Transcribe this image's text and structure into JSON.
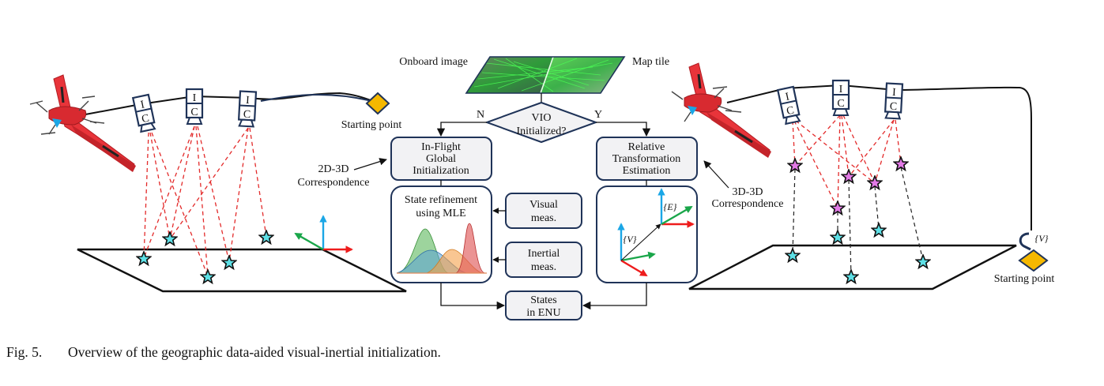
{
  "figure": {
    "caption_number": "Fig. 5.",
    "caption_text": "Overview of the geographic data-aided visual-inertial initialization."
  },
  "center": {
    "onboard_image_label": "Onboard image",
    "map_tile_label": "Map tile",
    "decision": {
      "line1": "VIO",
      "line2": "Initialized?"
    },
    "branch_no": "N",
    "branch_yes": "Y",
    "global_init": {
      "line1": "In-Flight",
      "line2": "Global",
      "line3": "Initialization"
    },
    "relative_transform": {
      "line1": "Relative",
      "line2": "Transformation",
      "line3": "Estimation"
    },
    "state_refinement": {
      "line1": "State refinement",
      "line2": "using MLE"
    },
    "visual_meas": {
      "line1": "Visual",
      "line2": "meas."
    },
    "inertial_meas": {
      "line1": "Inertial",
      "line2": "meas."
    },
    "states_enu": {
      "line1": "States",
      "line2": "in ENU"
    },
    "frame_v": "{V}",
    "frame_e": "{E}"
  },
  "left": {
    "starting_point": "Starting point",
    "correspondence": {
      "line1": "2D-3D",
      "line2": "Correspondence"
    },
    "sensor_top": "I",
    "sensor_bottom": "C"
  },
  "right": {
    "starting_point": "Starting point",
    "correspondence": {
      "line1": "3D-3D",
      "line2": "Correspondence"
    },
    "frame_v": "{V}",
    "sensor_top": "I",
    "sensor_bottom": "C"
  },
  "colors": {
    "box_stroke": "#1f3358",
    "box_fill": "#f2f2f4",
    "drone_red": "#e8343a",
    "ray_red": "#e32a2a",
    "star_cyan": "#5de0e6",
    "star_magenta": "#e27ae6",
    "diamond_gold": "#f5b800",
    "axis_blue": "#1aa6e6",
    "axis_green": "#1aa64a",
    "axis_red": "#ee1c1c",
    "map_green": "#3fd84a"
  }
}
